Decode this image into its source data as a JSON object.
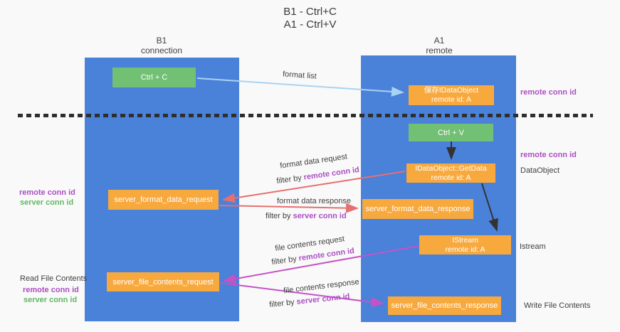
{
  "title": {
    "line1": "B1 - Ctrl+C",
    "line2": "A1 - Ctrl+V"
  },
  "columns": {
    "left": {
      "name": "B1",
      "role": "connection"
    },
    "right": {
      "name": "A1",
      "role": "remote"
    }
  },
  "boxes": {
    "ctrl_c": {
      "label": "Ctrl + C"
    },
    "ctrl_v": {
      "label": "Ctrl + V"
    },
    "save_idataobject": {
      "line1": "保存IDataObject",
      "line2": "remote id: A"
    },
    "getdata": {
      "line1": "IDataObject::GetData",
      "line2": "remote id: A"
    },
    "istream": {
      "line1": "IStream",
      "line2": "remote id: A"
    },
    "format_request": {
      "label": "server_format_data_request"
    },
    "format_response": {
      "label": "server_format_data_response"
    },
    "file_request": {
      "label": "server_file_contents_request"
    },
    "file_response": {
      "label": "server_file_contents_response"
    }
  },
  "arrow_labels": {
    "format_list": "format list",
    "format_data_request": {
      "title": "format data request",
      "filter_prefix": "filter by ",
      "filter_keyword": "remote conn id"
    },
    "format_data_response": {
      "title": "format data response",
      "filter_prefix": "filter by ",
      "filter_keyword": "server conn id"
    },
    "file_contents_request": {
      "title": "file contents request",
      "filter_prefix": "filter by ",
      "filter_keyword": "remote conn id"
    },
    "file_contents_response": {
      "title": "file contents response",
      "filter_prefix": "filter by ",
      "filter_keyword": "server conn id"
    }
  },
  "side_labels": {
    "right_remote_conn_top": "remote conn id",
    "right_remote_conn_mid": "remote conn id",
    "dataobject": "DataObject",
    "istream": "Istream",
    "write_file_contents": "Write File Contents",
    "left_remote_conn_1": "remote conn id",
    "left_server_conn_1": "server conn id",
    "read_file_contents": "Read File Contents",
    "left_remote_conn_2": "remote conn id",
    "left_server_conn_2": "server conn id"
  },
  "colors": {
    "column_blue": "#4a81d9",
    "box_green": "#72c074",
    "box_orange": "#f8a93e",
    "arrow_light_blue": "#a9d3f2",
    "arrow_salmon": "#e5706f",
    "arrow_magenta": "#c553c5",
    "arrow_black": "#333333",
    "text_purple": "#ab4fc3",
    "text_green": "#62b862",
    "text_dark": "#3f3f3f",
    "background": "#f9f9f9"
  }
}
